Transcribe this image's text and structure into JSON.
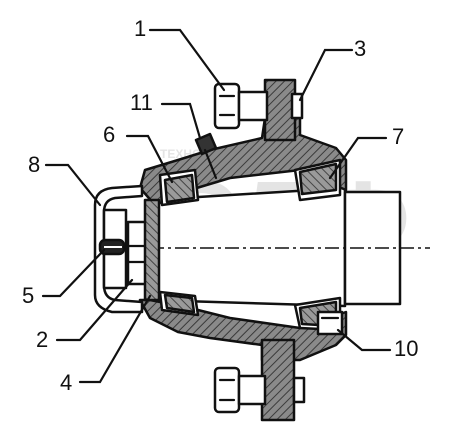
{
  "watermark": {
    "big": "ЭЛФ",
    "small": "ТЕХНО"
  },
  "callouts": [
    {
      "id": "c1",
      "text": "1"
    },
    {
      "id": "c3",
      "text": "3"
    },
    {
      "id": "c11",
      "text": "11"
    },
    {
      "id": "c6",
      "text": "6"
    },
    {
      "id": "c7",
      "text": "7"
    },
    {
      "id": "c8",
      "text": "8"
    },
    {
      "id": "c5",
      "text": "5"
    },
    {
      "id": "c2",
      "text": "2"
    },
    {
      "id": "c4",
      "text": "4"
    },
    {
      "id": "c10",
      "text": "10"
    }
  ]
}
